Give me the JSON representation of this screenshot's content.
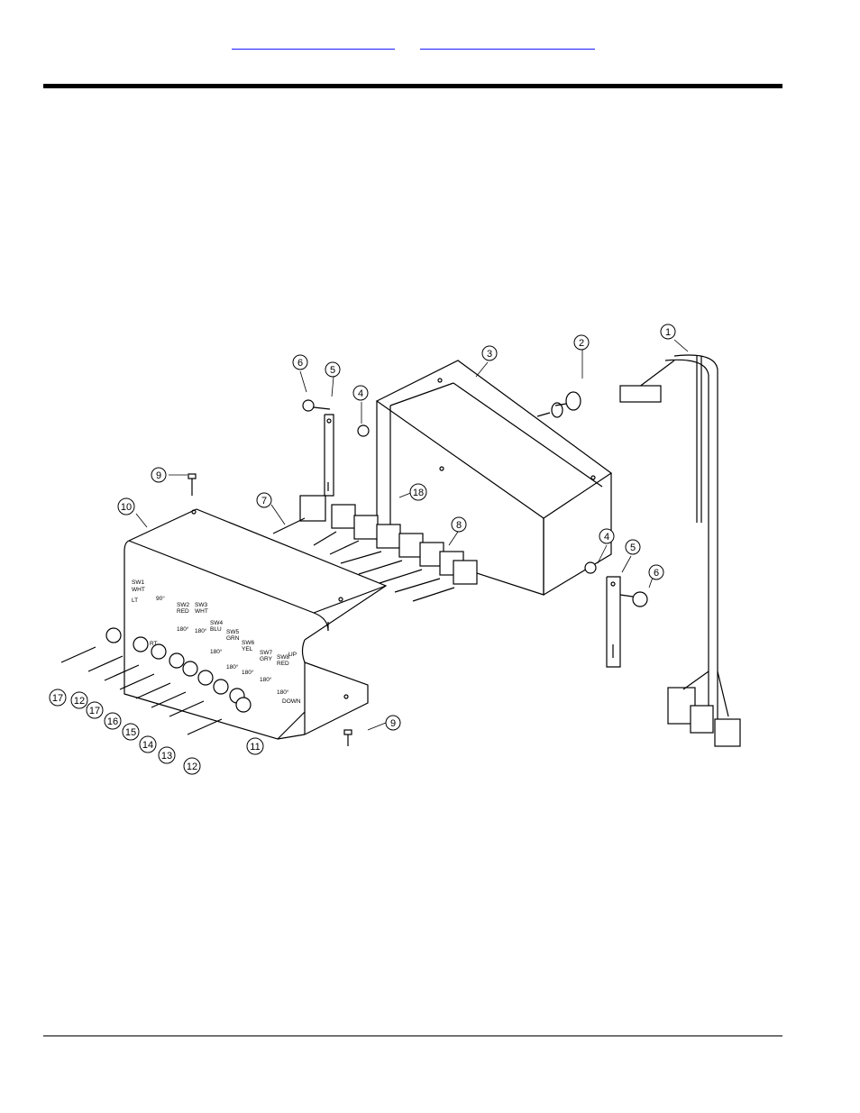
{
  "header": {
    "links": [
      {
        "label": ""
      },
      {
        "label": ""
      }
    ]
  },
  "diagram": {
    "callouts": [
      "1",
      "2",
      "3",
      "4",
      "5",
      "6",
      "7",
      "8",
      "9",
      "10",
      "11",
      "12",
      "13",
      "14",
      "15",
      "16",
      "17",
      "18"
    ],
    "callouts_extra": [
      "4",
      "5",
      "6",
      "9",
      "12",
      "17"
    ],
    "panel_labels": {
      "sw1": "SW1",
      "sw1_color": "WHT",
      "sw1_deg": "90°",
      "sw2": "SW2",
      "sw2_color": "RED",
      "sw2_deg": "180°",
      "sw3": "SW3",
      "sw3_color": "WHT",
      "sw3_deg": "180°",
      "sw4": "SW4",
      "sw4_color": "BLU",
      "sw4_deg": "180°",
      "sw5": "SW5",
      "sw5_color": "GRN",
      "sw5_deg": "180°",
      "sw6": "SW6",
      "sw6_color": "YEL",
      "sw6_deg": "180°",
      "sw7": "SW7",
      "sw7_color": "GRY",
      "sw7_deg": "180°",
      "sw8": "SW8",
      "sw8_color": "RED",
      "sw8_deg": "180°",
      "lt": "LT",
      "rt": "RT",
      "up": "UP",
      "down": "DOWN"
    }
  }
}
